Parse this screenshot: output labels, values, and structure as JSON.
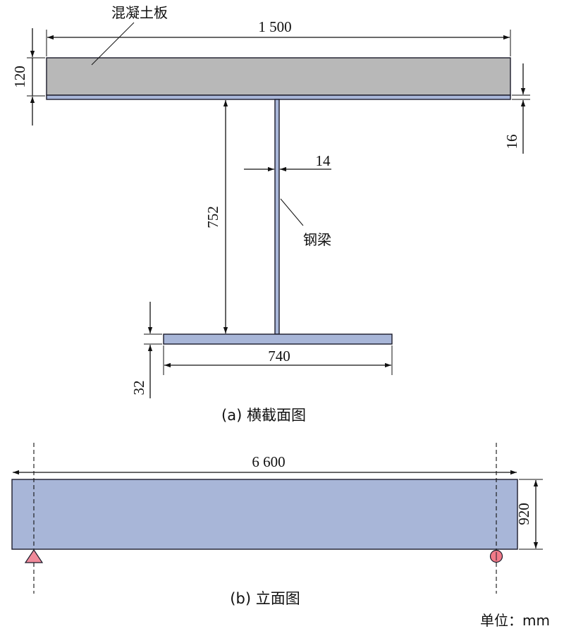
{
  "section": {
    "caption": "(a) 横截面图",
    "slab_label": "混凝土板",
    "beam_label": "钢梁",
    "slab_width": "1 500",
    "slab_thickness": "120",
    "top_flange_thickness": "16",
    "web_thickness": "14",
    "web_height": "752",
    "bottom_flange_width": "740",
    "bottom_flange_thickness": "32"
  },
  "elevation": {
    "caption": "(b) 立面图",
    "span": "6 600",
    "height": "920"
  },
  "unit_note": "单位：mm",
  "colors": {
    "concrete": "#b8b8b8",
    "steel": "#a8b6d8",
    "roller_support": "#f08a9a",
    "pin_support": "#f07a88"
  }
}
